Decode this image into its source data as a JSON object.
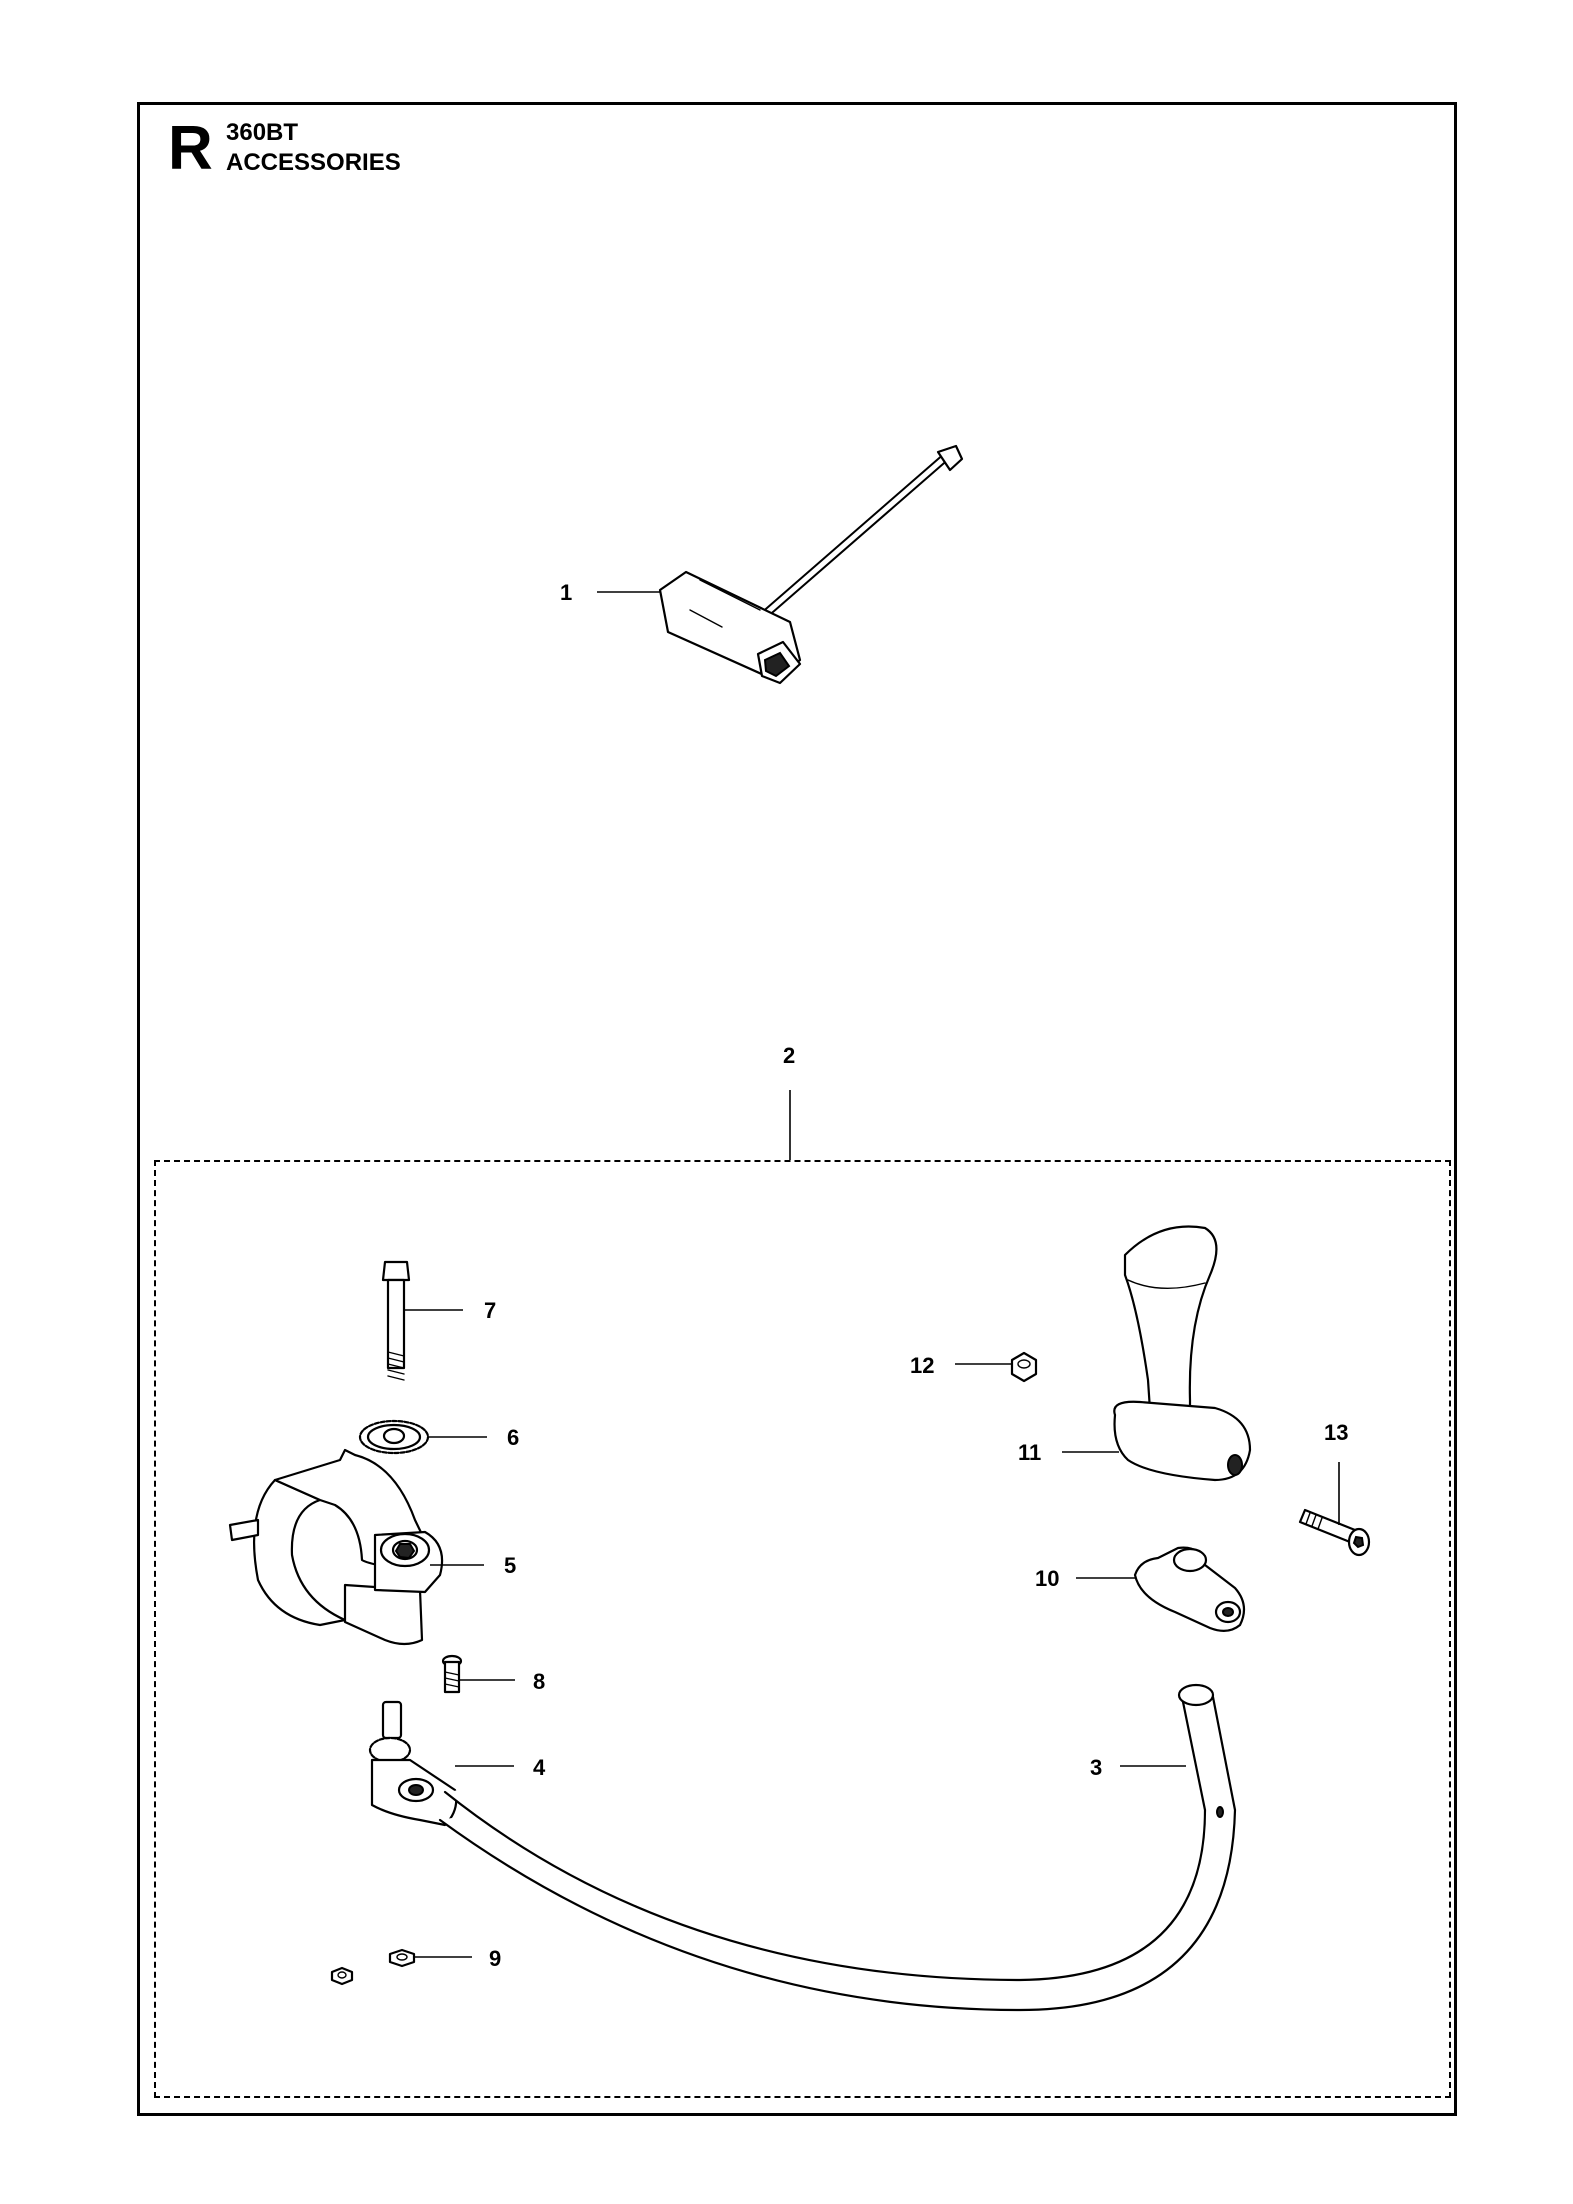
{
  "header": {
    "section_letter": "R",
    "model": "360BT",
    "section_title": "ACCESSORIES"
  },
  "callouts": {
    "c1": "1",
    "c2": "2",
    "c3": "3",
    "c4": "4",
    "c5": "5",
    "c6": "6",
    "c7": "7",
    "c8": "8",
    "c9": "9",
    "c10": "10",
    "c11": "11",
    "c12": "12",
    "c13": "13"
  }
}
